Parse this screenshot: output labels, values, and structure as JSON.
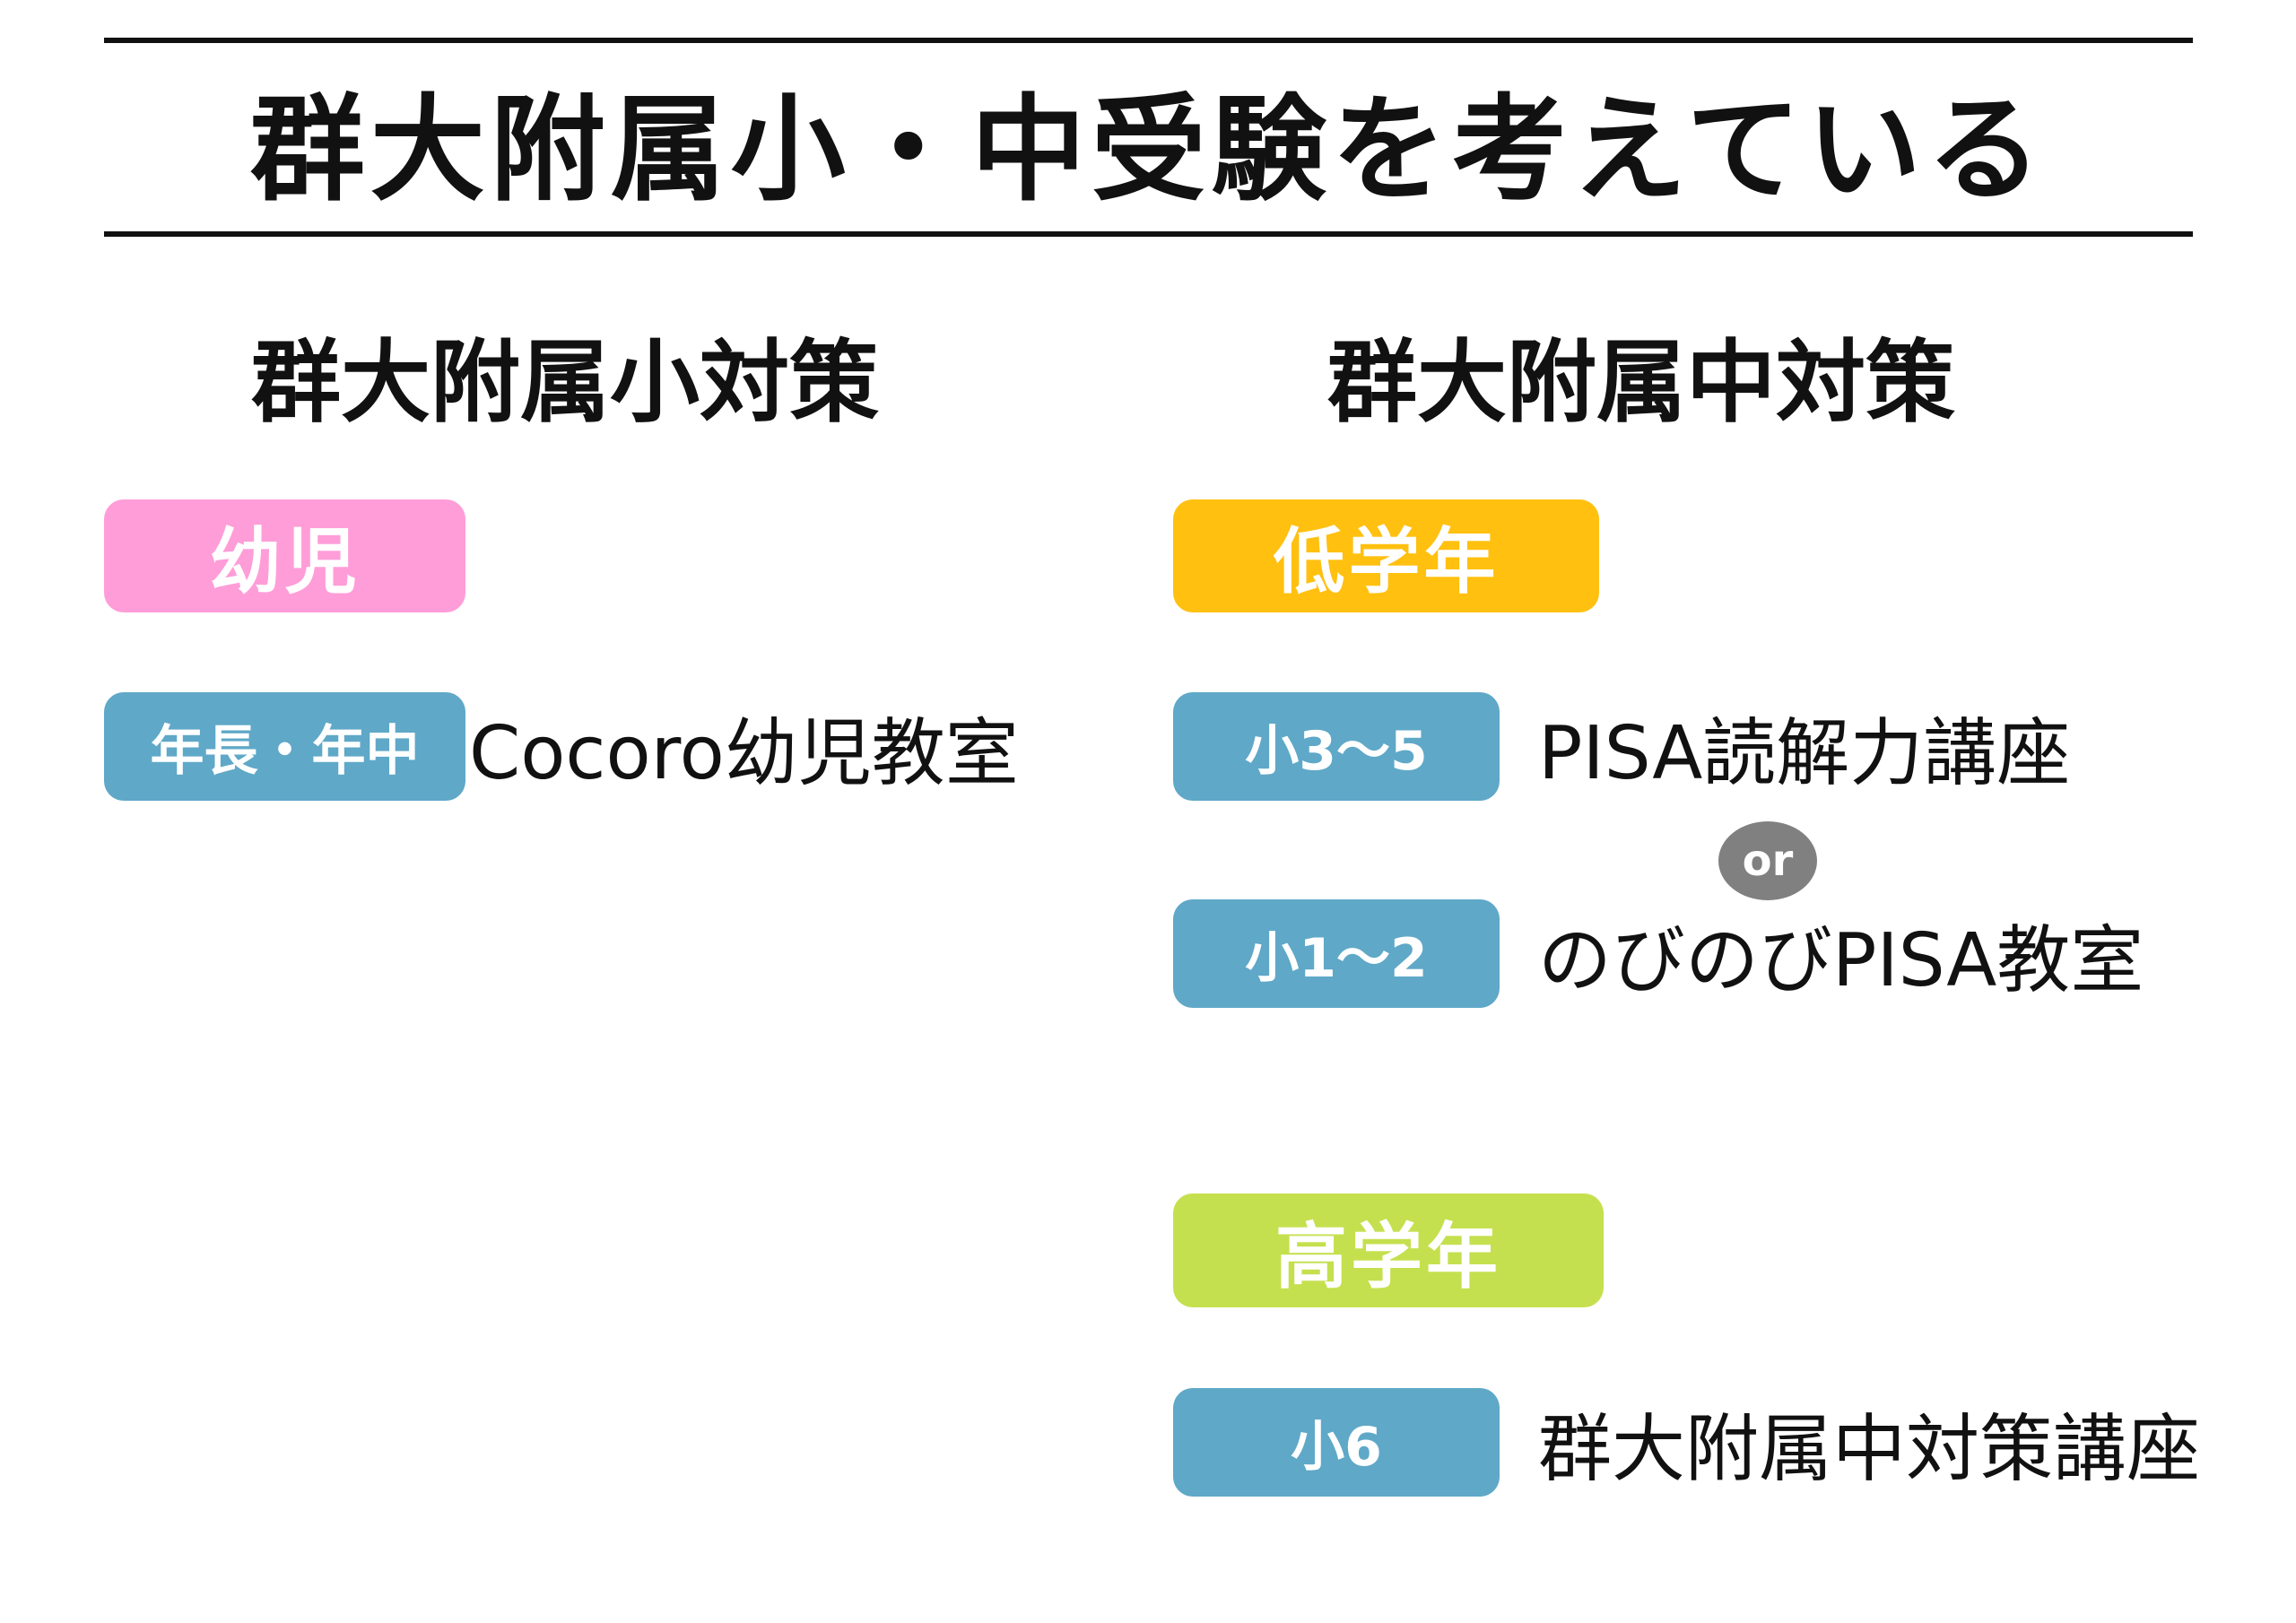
{
  "title": "群大附属小・中受験を考えている",
  "left": {
    "heading": "群大附属小対策",
    "category": {
      "label": "幼児",
      "color": "#FF9DD8"
    },
    "rows": [
      {
        "tag": "年長・年中",
        "text": "Cocoro幼児教室"
      }
    ]
  },
  "right": {
    "heading": "群大附属中対策",
    "lower": {
      "category": {
        "label": "低学年",
        "color": "#FFC010"
      },
      "rows": [
        {
          "tag": "小3〜5",
          "text": "PISA読解力講座"
        },
        {
          "tag": "小1〜2",
          "text": "のびのびPISA教室"
        }
      ],
      "or_label": "or"
    },
    "upper": {
      "category": {
        "label": "高学年",
        "color": "#C5E04E"
      },
      "rows": [
        {
          "tag": "小6",
          "text": "群大附属中対策講座"
        }
      ]
    }
  },
  "colors": {
    "tag_blue": "#5FA8C8",
    "or_gray": "#808080"
  }
}
